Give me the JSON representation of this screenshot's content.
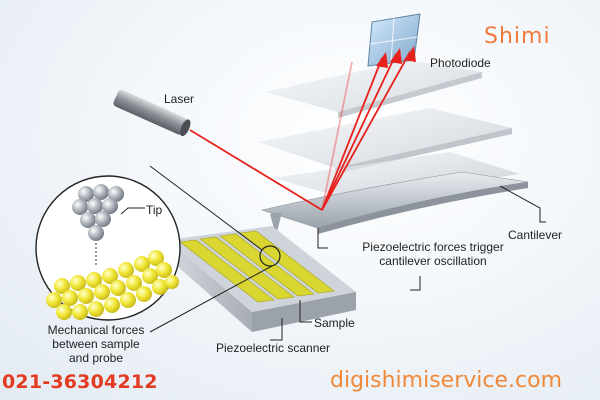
{
  "labels": {
    "laser": "Laser",
    "photodiode": "Photodiode",
    "tip": "Tip",
    "cantilever": "Cantilever",
    "piezo_forces_line1": "Piezoelectric forces trigger",
    "piezo_forces_line2": "cantilever oscillation",
    "sample": "Sample",
    "scanner": "Piezoelectric scanner",
    "mech_line1": "Mechanical forces",
    "mech_line2": "between sample",
    "mech_line3": "and probe"
  },
  "watermark": {
    "logo_text": "Shimi",
    "phone": "021-36304212",
    "website": "digishimiservice.com"
  },
  "colors": {
    "laser_beam": "#e8211d",
    "sample_stripe": "#d9d531",
    "atom_yellow": "#f2ea3a",
    "atom_grey": "#a8aeb6",
    "phone_text": "#e23b22",
    "website_text": "#f08a3a"
  }
}
